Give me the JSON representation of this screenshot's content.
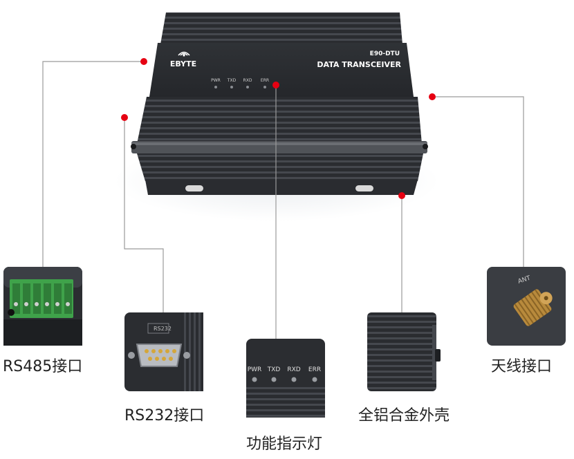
{
  "device": {
    "brand": "EBYTE",
    "model": "E90-DTU",
    "title": "DATA TRANSCEIVER",
    "led_labels": [
      "PWR",
      "TXD",
      "RXD",
      "ERR"
    ]
  },
  "callouts": {
    "rs485": {
      "label": "RS485接口"
    },
    "rs232": {
      "label": "RS232接口",
      "port_text": "RS232"
    },
    "indicators": {
      "label": "功能指示灯",
      "led_labels": [
        "PWR",
        "TXD",
        "RXD",
        "ERR"
      ]
    },
    "housing": {
      "label": "全铝合金外壳"
    },
    "antenna": {
      "label": "天线接口",
      "port_text": "ANT"
    }
  },
  "colors": {
    "marker": "#e60012",
    "leader_line": "#9a9a9a",
    "device_body": "#2b2d31",
    "label_text": "#222222"
  }
}
